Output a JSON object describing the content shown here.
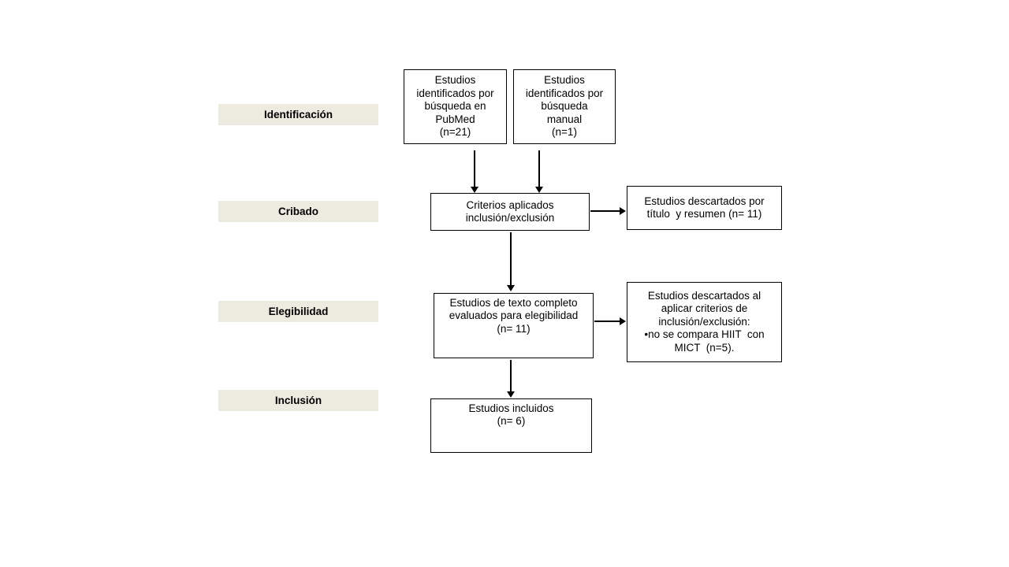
{
  "colors": {
    "stage_bg": "#EDEBE0",
    "box_bg": "#FFFFFF",
    "box_border": "#000000",
    "arrow": "#000000"
  },
  "stages": [
    {
      "label": "Identificación"
    },
    {
      "label": "Cribado"
    },
    {
      "label": "Elegibilidad"
    },
    {
      "label": "Inclusión"
    }
  ],
  "boxes": {
    "identified_pubmed": {
      "lines": [
        "Estudios",
        "identificados por",
        "búsqueda en",
        "PubMed",
        "(n=21)"
      ]
    },
    "identified_manual": {
      "lines": [
        "Estudios",
        "identificados por",
        "búsqueda",
        "manual",
        "(n=1)"
      ]
    },
    "criteria_applied": {
      "lines": [
        "Criterios aplicados",
        "inclusión/exclusión"
      ]
    },
    "excluded_title_abstract": {
      "lines": [
        "Estudios descartados por",
        "título  y resumen (n= 11)"
      ]
    },
    "fulltext_assessed": {
      "lines": [
        "Estudios de texto completo",
        "evaluados para elegibilidad",
        "(n= 11)"
      ]
    },
    "excluded_criteria": {
      "lines": [
        "Estudios descartados al",
        "aplicar criterios de",
        "inclusión/exclusión:",
        "•no se compara HIIT  con",
        "MICT  (n=5)."
      ]
    },
    "included": {
      "lines": [
        "Estudios incluidos",
        "(n= 6)"
      ]
    }
  }
}
